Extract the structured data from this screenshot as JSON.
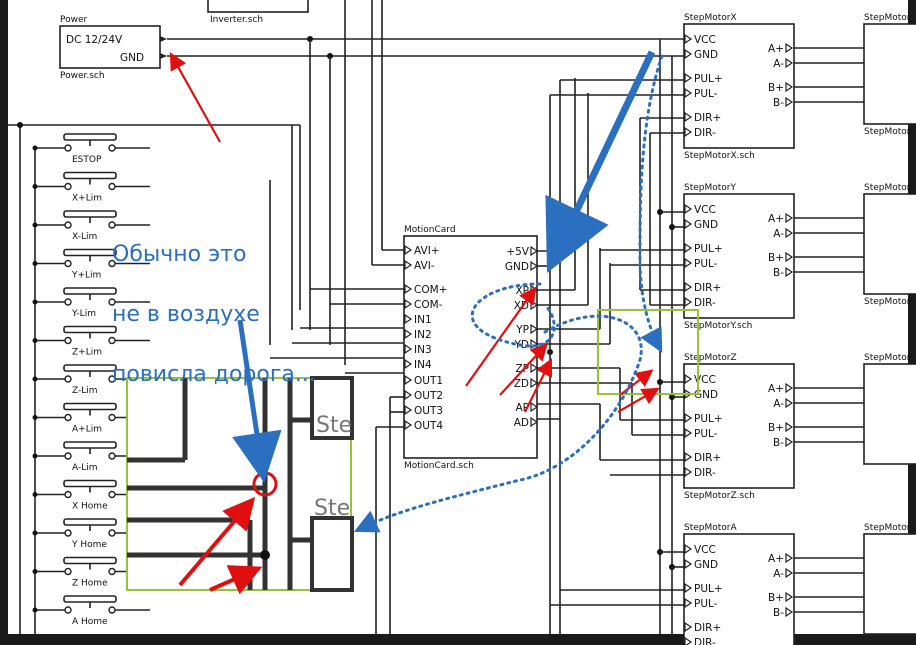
{
  "annotation": {
    "line1": "Обычно это",
    "line2": "не в воздухе",
    "line3": "повисла дорога..."
  },
  "power": {
    "title": "Power",
    "sheet": "Power.sch",
    "pin_vcc": "DC 12/24V",
    "pin_gnd": "GND"
  },
  "inverter": {
    "sheet": "Inverter.sch"
  },
  "switches": [
    "ESTOP",
    "X+Lim",
    "X-Lim",
    "Y+Lim",
    "Y-Lim",
    "Z+Lim",
    "Z-Lim",
    "A+Lim",
    "A-Lim",
    "X Home",
    "Y Home",
    "Z Home",
    "A Home"
  ],
  "motion": {
    "title": "MotionCard",
    "sheet": "MotionCard.sch",
    "left_pins": [
      "AVI+",
      "AVI-",
      "COM+",
      "COM-",
      "IN1",
      "IN2",
      "IN3",
      "IN4",
      "OUT1",
      "OUT2",
      "OUT3",
      "OUT4"
    ],
    "right_pins": [
      "+5V",
      "GND",
      "XP",
      "XD",
      "YP",
      "YD",
      "ZP",
      "ZD",
      "AP",
      "AD"
    ]
  },
  "motors": [
    {
      "title": "StepMotorX",
      "sheet": "StepMotorX.sch"
    },
    {
      "title": "StepMotorY",
      "sheet": "StepMotorY.sch"
    },
    {
      "title": "StepMotorZ",
      "sheet": "StepMotorZ.sch"
    },
    {
      "title": "StepMotorA",
      "sheet": ""
    }
  ],
  "motor_left_pins": [
    "VCC",
    "GND",
    "PUL+",
    "PUL-",
    "DIR+",
    "DIR-"
  ],
  "motor_right_pins": [
    "A+",
    "A-",
    "B+",
    "B-"
  ],
  "right_edge_label": "StepMotor",
  "colors": {
    "annotation_blue": "#2a6fc0",
    "arrow_red": "#e01010",
    "highlight_green": "#99c23a",
    "background": "#1a1a1a"
  }
}
